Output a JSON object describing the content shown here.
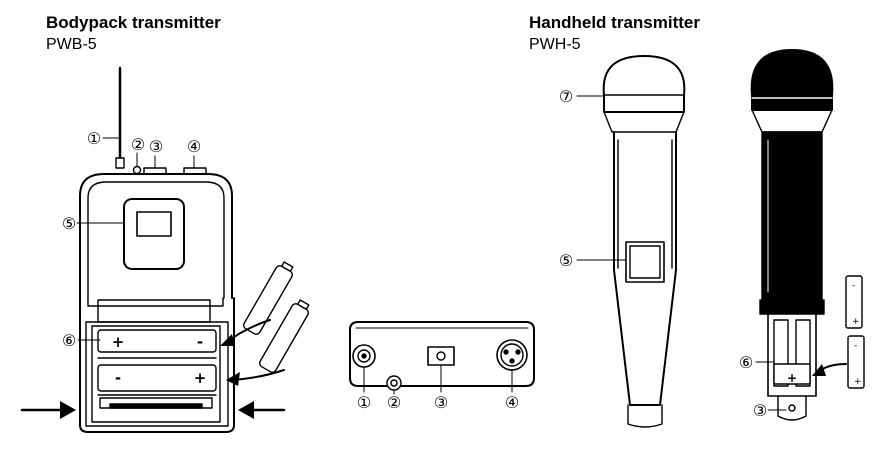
{
  "bodypack": {
    "title": "Bodypack transmitter",
    "model": "PWB-5"
  },
  "handheld": {
    "title": "Handheld transmitter",
    "model": "PWH-5"
  },
  "callouts": {
    "c1": "①",
    "c2": "②",
    "c3": "③",
    "c4": "④",
    "c5": "⑤",
    "c6": "⑥",
    "c7": "⑦"
  },
  "battery_polarity": {
    "plus": "+",
    "minus": "-"
  }
}
